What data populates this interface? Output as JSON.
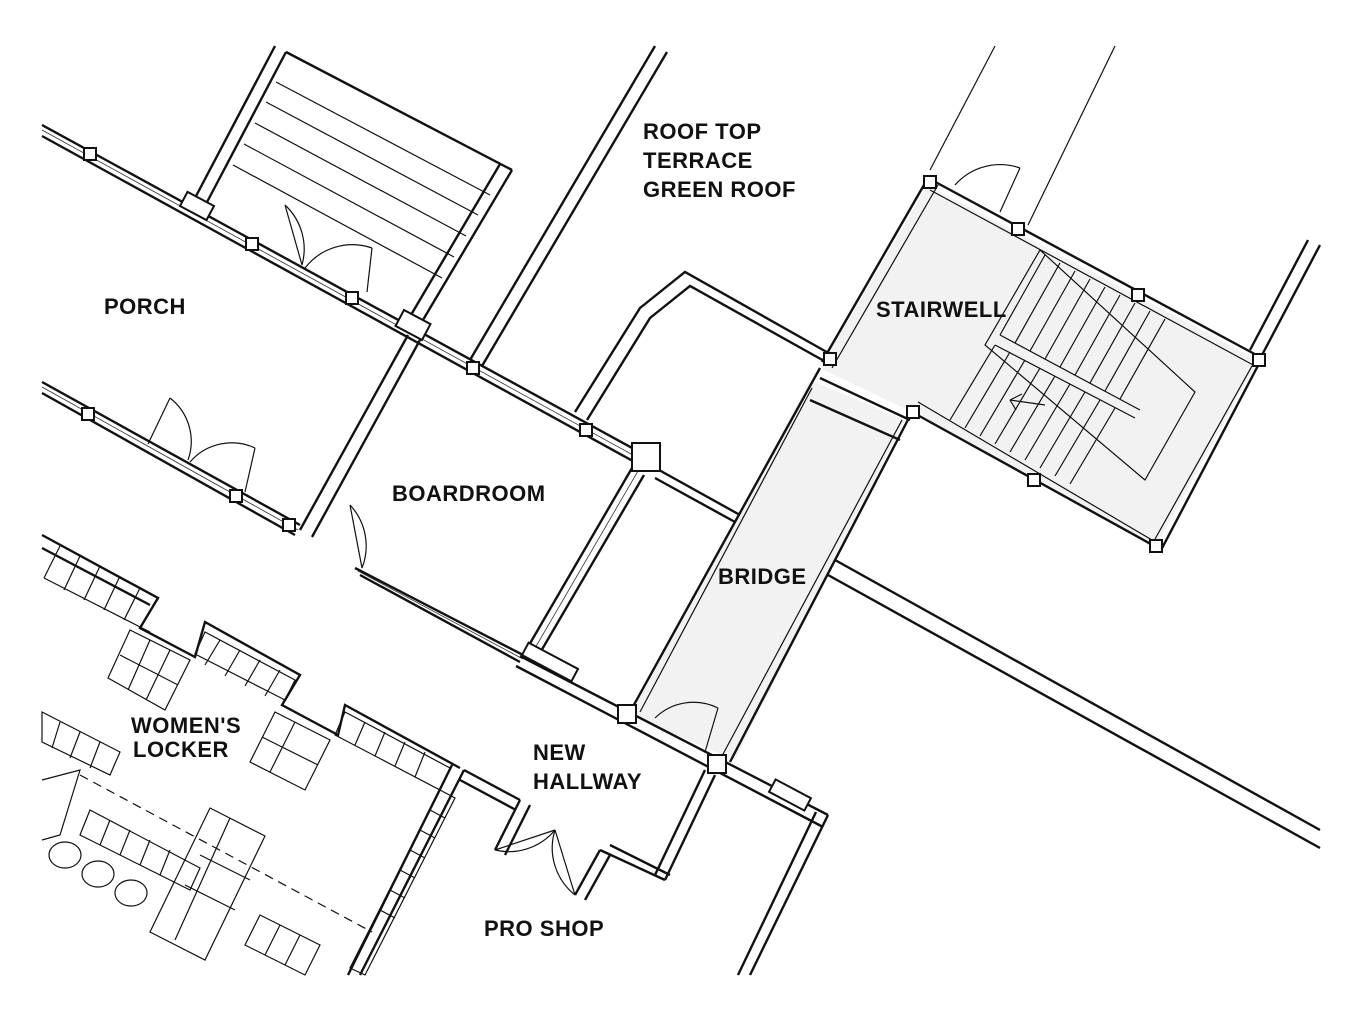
{
  "rooms": {
    "roof_top_line1": "ROOF TOP",
    "roof_top_line2": "TERRACE",
    "roof_top_line3": "GREEN ROOF",
    "stairwell": "STAIRWELL",
    "porch": "PORCH",
    "boardroom": "BOARDROOM",
    "bridge": "BRIDGE",
    "womens_locker_line1": "WOMEN'S",
    "womens_locker_line2": "LOCKER",
    "new_hallway_line1": "NEW",
    "new_hallway_line2": "HALLWAY",
    "pro_shop": "PRO SHOP"
  },
  "colors": {
    "line": "#111111",
    "shaded_area": "#f2f2f2",
    "background": "#ffffff"
  }
}
